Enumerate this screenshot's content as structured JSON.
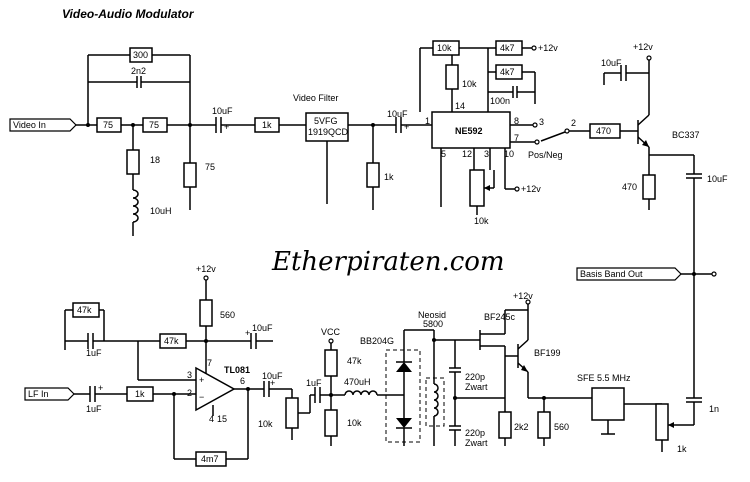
{
  "title": "Video-Audio Modulator",
  "watermark": "Etherpiraten.com",
  "ports": {
    "video_in": "Video In",
    "basis_band_out": "Basis Band Out",
    "lf_in": "LF In"
  },
  "supply": {
    "plus12v": "+12v",
    "vcc": "VCC"
  },
  "sections": {
    "video_filter": "Video Filter"
  },
  "components": {
    "r300": "300",
    "c2n2": "2n2",
    "r75a": "75",
    "r75b": "75",
    "r75c": "75",
    "r18": "18",
    "l10uh": "10uH",
    "c10uf_a": "10uF",
    "r1k_a": "1k",
    "filter_line1": "5VFG",
    "filter_line2": "1919QCD",
    "c10uf_b": "10uF",
    "r1k_b": "1k",
    "r10k_top": "10k",
    "r4k7_a": "4k7",
    "r4k7_b": "4k7",
    "r10k_b": "10k",
    "c100n": "100n",
    "ic_ne592": "NE592",
    "pin14": "14",
    "pin1": "1",
    "pin8": "8",
    "pin7": "7",
    "pin5": "5",
    "pin12": "12",
    "pin3": "3",
    "pin10": "10",
    "pot10k": "10k",
    "sw_3": "3",
    "sw_2": "2",
    "sw_label": "Pos/Neg",
    "r470a": "470",
    "q_bc337": "BC337",
    "c10uf_c": "10uF",
    "r470b": "470",
    "c10uf_d": "10uF",
    "r47k_a": "47k",
    "c1uf_a": "1uF",
    "r47k_b": "47k",
    "r560a": "560",
    "c10uf_e": "10uF",
    "ic_tl081": "TL081",
    "tl_pin7": "7",
    "tl_pin3": "3",
    "tl_pin2": "2",
    "tl_pin6": "6",
    "tl_pin4": "4",
    "tl_pin15": "15",
    "c1uf_b": "1uF",
    "r1k_c": "1k",
    "r4m7": "4m7",
    "c10uf_f": "10uF",
    "pot10k_b": "10k",
    "c1uf_c": "1uF",
    "l470uh": "470uH",
    "r47k_c": "47k",
    "r10k_c": "10k",
    "d_bb204g": "BB204G",
    "neosid_1": "Neosid",
    "neosid_2": "5800",
    "c220p_a1": "220p",
    "c220p_a2": "Zwart",
    "c220p_b1": "220p",
    "c220p_b2": "Zwart",
    "q_bf245c": "BF245c",
    "q_bf199": "BF199",
    "r2k2": "2k2",
    "r560b": "560",
    "sfe": "SFE 5.5 MHz",
    "pot1k": "1k",
    "c1n": "1n"
  }
}
